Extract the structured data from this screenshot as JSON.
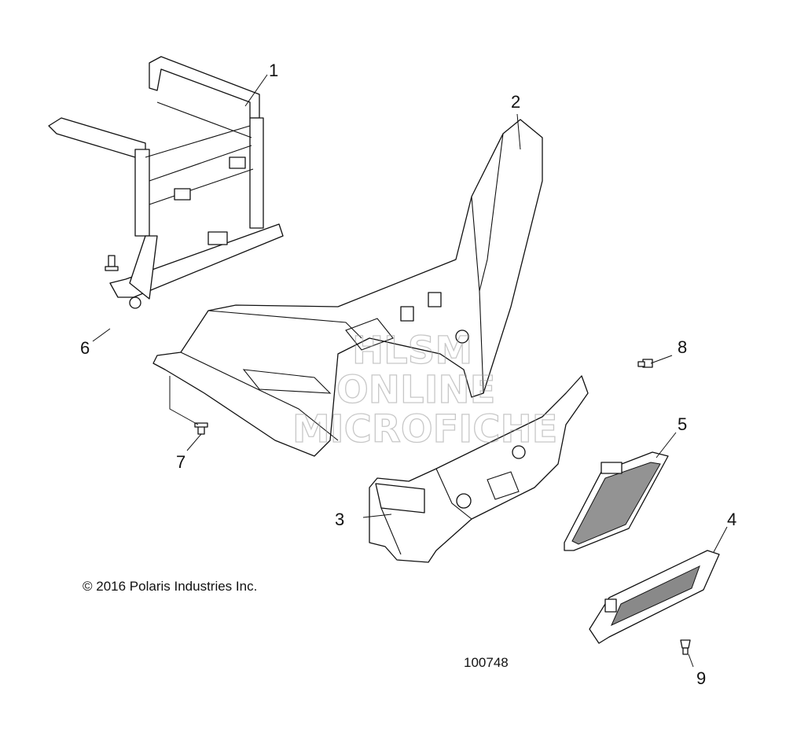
{
  "diagram": {
    "callouts": {
      "c1": "1",
      "c2": "2",
      "c3": "3",
      "c4": "4",
      "c5": "5",
      "c6": "6",
      "c7": "7",
      "c8": "8",
      "c9": "9"
    },
    "copyright": "© 2016 Polaris Industries Inc.",
    "drawing_number": "100748",
    "watermark": {
      "line1": "HLSM",
      "line2": "ONLINE",
      "line3": "MICROFICHE"
    }
  }
}
